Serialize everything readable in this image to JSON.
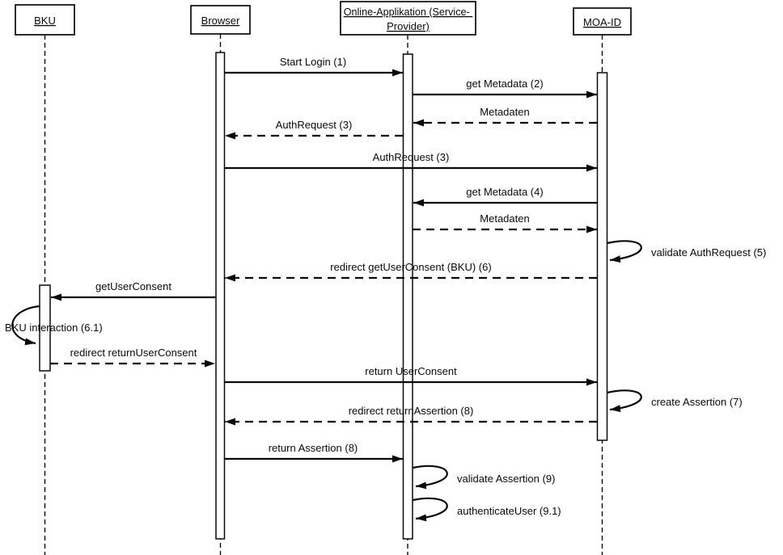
{
  "actors": [
    {
      "label": "BKU"
    },
    {
      "label": "Browser"
    },
    {
      "label_line1": "Online-Applikation (Service-",
      "label_line2": "Provider)"
    },
    {
      "label": "MOA-ID"
    }
  ],
  "messages": [
    {
      "label": "Start Login (1)",
      "from": "Browser",
      "to": "Online-Applikation",
      "style": "solid"
    },
    {
      "label": "get Metadata (2)",
      "from": "Online-Applikation",
      "to": "MOA-ID",
      "style": "solid"
    },
    {
      "label": "Metadaten",
      "from": "MOA-ID",
      "to": "Online-Applikation",
      "style": "dashed"
    },
    {
      "label": "AuthRequest (3)",
      "from": "Online-Applikation",
      "to": "Browser",
      "style": "dashed"
    },
    {
      "label": "AuthRequest (3)",
      "from": "Browser",
      "to": "MOA-ID",
      "style": "solid"
    },
    {
      "label": "get Metadata (4)",
      "from": "MOA-ID",
      "to": "Online-Applikation",
      "style": "solid"
    },
    {
      "label": "Metadaten",
      "from": "Online-Applikation",
      "to": "MOA-ID",
      "style": "dashed"
    },
    {
      "label": "validate AuthRequest (5)",
      "from": "MOA-ID",
      "to": "MOA-ID",
      "style": "self"
    },
    {
      "label": "redirect getUserConsent (BKU) (6)",
      "from": "MOA-ID",
      "to": "Browser",
      "style": "dashed"
    },
    {
      "label": "getUserConsent",
      "from": "Browser",
      "to": "BKU",
      "style": "solid"
    },
    {
      "label": "BKU interaction (6.1)",
      "from": "BKU",
      "to": "BKU",
      "style": "self"
    },
    {
      "label": "redirect returnUserConsent",
      "from": "BKU",
      "to": "Browser",
      "style": "dashed"
    },
    {
      "label": "return UserConsent",
      "from": "Browser",
      "to": "MOA-ID",
      "style": "solid"
    },
    {
      "label": "create Assertion (7)",
      "from": "MOA-ID",
      "to": "MOA-ID",
      "style": "self"
    },
    {
      "label": "redirect returnAssertion (8)",
      "from": "MOA-ID",
      "to": "Browser",
      "style": "dashed"
    },
    {
      "label": "return Assertion (8)",
      "from": "Browser",
      "to": "Online-Applikation",
      "style": "solid"
    },
    {
      "label": "validate Assertion (9)",
      "from": "Online-Applikation",
      "to": "Online-Applikation",
      "style": "self"
    },
    {
      "label": "authenticateUser (9.1)",
      "from": "Online-Applikation",
      "to": "Online-Applikation",
      "style": "self"
    }
  ],
  "colors": {
    "stroke": "#0a0a0a",
    "background": "#ffffff"
  }
}
